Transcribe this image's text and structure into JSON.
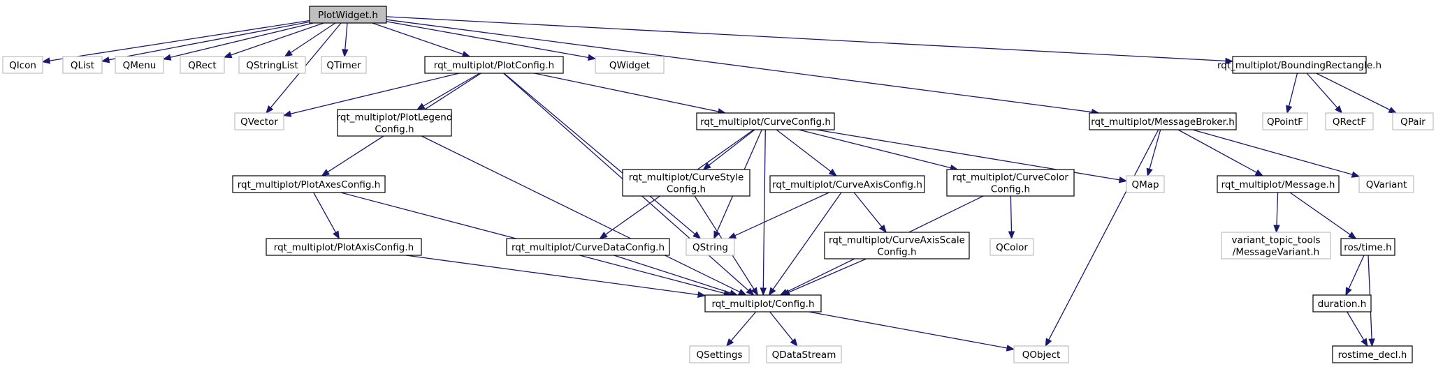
{
  "diagram": {
    "nodes": [
      {
        "id": "plotwidget",
        "lines": [
          "PlotWidget.h"
        ],
        "kind": "root"
      },
      {
        "id": "qicon",
        "lines": [
          "QIcon"
        ],
        "kind": "ext"
      },
      {
        "id": "qlist",
        "lines": [
          "QList"
        ],
        "kind": "ext"
      },
      {
        "id": "qmenu",
        "lines": [
          "QMenu"
        ],
        "kind": "ext"
      },
      {
        "id": "qrect",
        "lines": [
          "QRect"
        ],
        "kind": "ext"
      },
      {
        "id": "qstringlist",
        "lines": [
          "QStringList"
        ],
        "kind": "ext"
      },
      {
        "id": "qtimer",
        "lines": [
          "QTimer"
        ],
        "kind": "ext"
      },
      {
        "id": "plotconfig",
        "lines": [
          "rqt_multiplot/PlotConfig.h"
        ],
        "kind": "local"
      },
      {
        "id": "qwidget",
        "lines": [
          "QWidget"
        ],
        "kind": "ext"
      },
      {
        "id": "boundingrect",
        "lines": [
          "rqt_multiplot/BoundingRectangle.h"
        ],
        "kind": "local"
      },
      {
        "id": "qvector",
        "lines": [
          "QVector"
        ],
        "kind": "ext"
      },
      {
        "id": "plotlegend",
        "lines": [
          "rqt_multiplot/PlotLegend",
          "Config.h"
        ],
        "kind": "local"
      },
      {
        "id": "curveconfig",
        "lines": [
          "rqt_multiplot/CurveConfig.h"
        ],
        "kind": "local"
      },
      {
        "id": "messagebroker",
        "lines": [
          "rqt_multiplot/MessageBroker.h"
        ],
        "kind": "local"
      },
      {
        "id": "qpointf",
        "lines": [
          "QPointF"
        ],
        "kind": "ext"
      },
      {
        "id": "qrectf",
        "lines": [
          "QRectF"
        ],
        "kind": "ext"
      },
      {
        "id": "qpair",
        "lines": [
          "QPair"
        ],
        "kind": "ext"
      },
      {
        "id": "plotaxes",
        "lines": [
          "rqt_multiplot/PlotAxesConfig.h"
        ],
        "kind": "local"
      },
      {
        "id": "curvestyle",
        "lines": [
          "rqt_multiplot/CurveStyle",
          "Config.h"
        ],
        "kind": "local"
      },
      {
        "id": "curveaxis",
        "lines": [
          "rqt_multiplot/CurveAxisConfig.h"
        ],
        "kind": "local"
      },
      {
        "id": "curvecolor",
        "lines": [
          "rqt_multiplot/CurveColor",
          "Config.h"
        ],
        "kind": "local"
      },
      {
        "id": "qmap",
        "lines": [
          "QMap"
        ],
        "kind": "ext"
      },
      {
        "id": "message",
        "lines": [
          "rqt_multiplot/Message.h"
        ],
        "kind": "local"
      },
      {
        "id": "qvariant",
        "lines": [
          "QVariant"
        ],
        "kind": "ext"
      },
      {
        "id": "plotaxis",
        "lines": [
          "rqt_multiplot/PlotAxisConfig.h"
        ],
        "kind": "local"
      },
      {
        "id": "curvedata",
        "lines": [
          "rqt_multiplot/CurveDataConfig.h"
        ],
        "kind": "local"
      },
      {
        "id": "qstring",
        "lines": [
          "QString"
        ],
        "kind": "ext"
      },
      {
        "id": "curveaxisscale",
        "lines": [
          "rqt_multiplot/CurveAxisScale",
          "Config.h"
        ],
        "kind": "local"
      },
      {
        "id": "qcolor",
        "lines": [
          "QColor"
        ],
        "kind": "ext"
      },
      {
        "id": "varianttools",
        "lines": [
          "variant_topic_tools",
          "/MessageVariant.h"
        ],
        "kind": "ext"
      },
      {
        "id": "rostime",
        "lines": [
          "ros/time.h"
        ],
        "kind": "local"
      },
      {
        "id": "config",
        "lines": [
          "rqt_multiplot/Config.h"
        ],
        "kind": "local"
      },
      {
        "id": "duration",
        "lines": [
          "duration.h"
        ],
        "kind": "local"
      },
      {
        "id": "qsettings",
        "lines": [
          "QSettings"
        ],
        "kind": "ext"
      },
      {
        "id": "qdatastream",
        "lines": [
          "QDataStream"
        ],
        "kind": "ext"
      },
      {
        "id": "qobject",
        "lines": [
          "QObject"
        ],
        "kind": "ext"
      },
      {
        "id": "rostimedecl",
        "lines": [
          "rostime_decl.h"
        ],
        "kind": "local"
      }
    ],
    "edges": [
      [
        "plotwidget",
        "qicon"
      ],
      [
        "plotwidget",
        "qlist"
      ],
      [
        "plotwidget",
        "qmenu"
      ],
      [
        "plotwidget",
        "qrect"
      ],
      [
        "plotwidget",
        "qstringlist"
      ],
      [
        "plotwidget",
        "qtimer"
      ],
      [
        "plotwidget",
        "qvector"
      ],
      [
        "plotwidget",
        "plotconfig"
      ],
      [
        "plotwidget",
        "qwidget"
      ],
      [
        "plotwidget",
        "boundingrect"
      ],
      [
        "plotwidget",
        "messagebroker"
      ],
      [
        "plotconfig",
        "qvector"
      ],
      [
        "plotconfig",
        "plotlegend"
      ],
      [
        "plotconfig",
        "plotaxes"
      ],
      [
        "plotconfig",
        "curveconfig"
      ],
      [
        "plotconfig",
        "qstring"
      ],
      [
        "plotconfig",
        "config"
      ],
      [
        "boundingrect",
        "qpointf"
      ],
      [
        "boundingrect",
        "qrectf"
      ],
      [
        "boundingrect",
        "qpair"
      ],
      [
        "plotlegend",
        "config"
      ],
      [
        "plotaxes",
        "plotaxis"
      ],
      [
        "plotaxes",
        "config"
      ],
      [
        "plotaxis",
        "config"
      ],
      [
        "curveconfig",
        "curvestyle"
      ],
      [
        "curveconfig",
        "curveaxis"
      ],
      [
        "curveconfig",
        "curvecolor"
      ],
      [
        "curveconfig",
        "curvedata"
      ],
      [
        "curveconfig",
        "qstring"
      ],
      [
        "curveconfig",
        "qmap"
      ],
      [
        "curveconfig",
        "config"
      ],
      [
        "curvestyle",
        "config"
      ],
      [
        "curveaxis",
        "qstring"
      ],
      [
        "curveaxis",
        "curveaxisscale"
      ],
      [
        "curveaxis",
        "config"
      ],
      [
        "curveaxisscale",
        "config"
      ],
      [
        "curvecolor",
        "qcolor"
      ],
      [
        "curvecolor",
        "config"
      ],
      [
        "curvedata",
        "config"
      ],
      [
        "messagebroker",
        "qmap"
      ],
      [
        "messagebroker",
        "message"
      ],
      [
        "messagebroker",
        "qvariant"
      ],
      [
        "messagebroker",
        "qobject"
      ],
      [
        "message",
        "varianttools"
      ],
      [
        "message",
        "rostime"
      ],
      [
        "rostime",
        "duration"
      ],
      [
        "rostime",
        "rostimedecl"
      ],
      [
        "duration",
        "rostimedecl"
      ],
      [
        "config",
        "qsettings"
      ],
      [
        "config",
        "qdatastream"
      ],
      [
        "config",
        "qobject"
      ]
    ],
    "colors": {
      "edge": "#191970",
      "local_border": "#000000",
      "external_border": "#bfbfbf",
      "root_fill": "#bfbfbf"
    }
  }
}
